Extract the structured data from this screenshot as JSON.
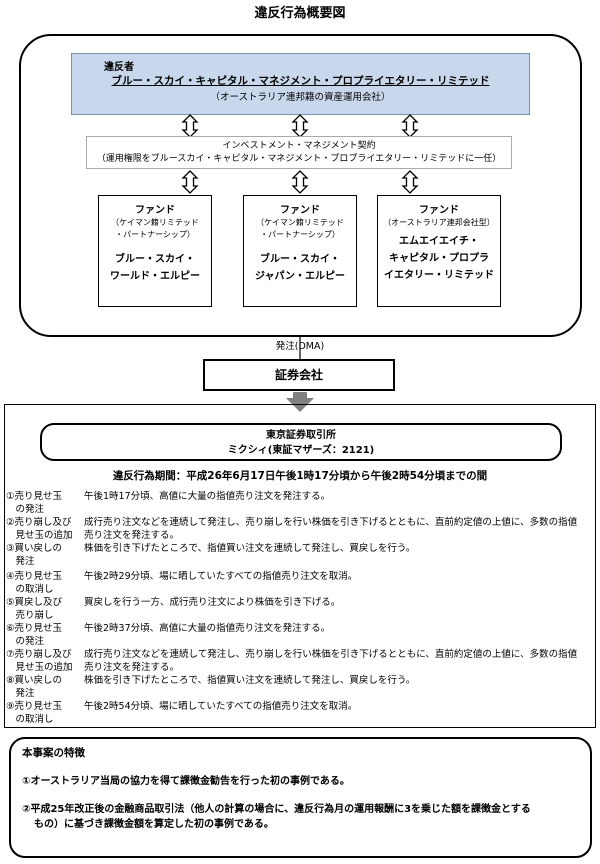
{
  "title": "違反行為概要図",
  "violator": {
    "label": "違反者",
    "name": "ブルー・スカイ・キャピタル・マネジメント・プロプライエタリー・リミテッド",
    "subtitle": "（オーストラリア連邦籍の資産運用会社）"
  },
  "contract": {
    "line1": "インベストメント・マネジメント契約",
    "line2": "（運用権限をブルースカイ・キャピタル・マネジメント・プロプライエタリー・リミテッドに一任）"
  },
  "funds": [
    {
      "header": "ファンド",
      "sub1": "（ケイマン籍リミテッド",
      "sub2": "・パートナーシップ）",
      "name1": "ブルー・スカイ・",
      "name2": "ワールド・エルピー",
      "name3": ""
    },
    {
      "header": "ファンド",
      "sub1": "（ケイマン籍リミテッド",
      "sub2": "・パートナーシップ）",
      "name1": "ブルー・スカイ・",
      "name2": "ジャパン・エルピー",
      "name3": ""
    },
    {
      "header": "ファンド",
      "sub1": "（オーストラリア連邦会社型）",
      "sub2": "",
      "name1": "エムエイエイチ・",
      "name2": "キャピタル・プロプラ",
      "name3": "イエタリー・リミテッド"
    }
  ],
  "order_label": "発注(DMA)",
  "broker": "証券会社",
  "exchange": {
    "line1": "東京証券取引所",
    "line2": "ミクシィ(東証マザーズ：2121)"
  },
  "period": "違反行為期間：平成26年6月17日午後1時17分頃から午後2時54分頃までの間",
  "rows": [
    {
      "label1": "①売り見せ玉",
      "label2": "　の発注",
      "text1": "午後1時17分頃、高値に大量の指値売り注文を発注する。",
      "text2": ""
    },
    {
      "label1": "②売り崩し及び",
      "label2": "　見せ玉の追加",
      "text1": "成行売り注文などを連続して発注し、売り崩しを行い株価を引き下げるとともに、直前約定値の上値に、多数の指値",
      "text2": "売り注文を発注する。"
    },
    {
      "label1": "③買い戻しの",
      "label2": "　発注",
      "text1": "株価を引き下げたところで、指値買い注文を連続して発注し、買戻しを行う。",
      "text2": ""
    },
    {
      "label1": "④売り見せ玉",
      "label2": "　の取消し",
      "text1": "午後2時29分頃、場に晒していたすべての指値売り注文を取消。",
      "text2": ""
    },
    {
      "label1": "⑤買戻し及び",
      "label2": "　売り崩し",
      "text1": "買戻しを行う一方、成行売り注文により株価を引き下げる。",
      "text2": ""
    },
    {
      "label1": "⑥売り見せ玉",
      "label2": "　の発注",
      "text1": "午後2時37分頃、高値に大量の指値売り注文を発注する。",
      "text2": ""
    },
    {
      "label1": "⑦売り崩し及び",
      "label2": "　見せ玉の追加",
      "text1": "成行売り注文などを連続して発注し、売り崩しを行い株価を引き下げるとともに、直前約定値の上値に、多数の指値",
      "text2": "売り注文を発注する。"
    },
    {
      "label1": "⑧買い戻しの",
      "label2": "　発注",
      "text1": "株価を引き下げたところで、指値買い注文を連続して発注し、買戻しを行う。",
      "text2": ""
    },
    {
      "label1": "⑨売り見せ玉",
      "label2": "　の取消し",
      "text1": "午後2時54分頃、場に晒していたすべての指値売り注文を取消。",
      "text2": ""
    }
  ],
  "features": {
    "title": "本事案の特徴",
    "item1": "①オーストラリア当局の協力を得て課徴金勧告を行った初の事例である。",
    "item2a": "②平成25年改正後の金融商品取引法（他人の計算の場合に、違反行為月の運用報酬に3を乗じた額を課徴金とする",
    "item2b": "もの）に基づき課徴金額を算定した初の事例である。"
  },
  "colors": {
    "violator_fill": "#c9d7ec",
    "arrow_gray": "#808080"
  }
}
